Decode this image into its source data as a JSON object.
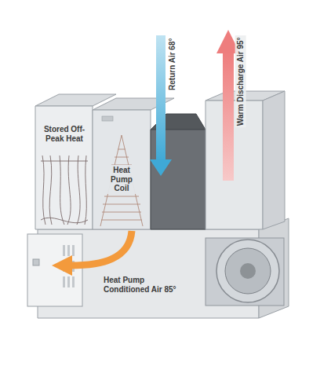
{
  "diagram": {
    "labels": [
      "Stored Off-Peak Heat",
      "Return Air 68°",
      "Warm Discharge Air 95°",
      "Heat Pump Coil",
      "Heat Pump Conditioned Air 85°"
    ]
  }
}
